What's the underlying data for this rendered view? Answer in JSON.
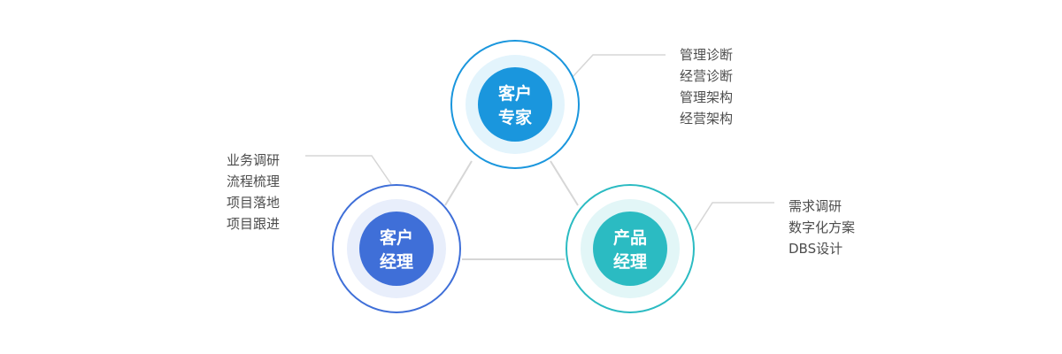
{
  "nodes": [
    {
      "id": "customer-expert",
      "label_lines": [
        "客户",
        "专家"
      ],
      "color": "#1a96dd",
      "ring_color": "#1a96dd",
      "halo_color": "#e3f4fc",
      "items": [
        "管理诊断",
        "经营诊断",
        "管理架构",
        "经营架构"
      ]
    },
    {
      "id": "account-manager",
      "label_lines": [
        "客户",
        "经理"
      ],
      "color": "#3f6fd8",
      "ring_color": "#3f6fd8",
      "halo_color": "#e8eefb",
      "items": [
        "业务调研",
        "流程梳理",
        "项目落地",
        "项目跟进"
      ]
    },
    {
      "id": "product-manager",
      "label_lines": [
        "产品",
        "经理"
      ],
      "color": "#2bbbc2",
      "ring_color": "#2bbbc2",
      "halo_color": "#e2f6f7",
      "items": [
        "需求调研",
        "数字化方案",
        "DBS设计"
      ]
    }
  ],
  "colors": {
    "connector": "#d6d6d6",
    "text": "#4d4d4d"
  }
}
